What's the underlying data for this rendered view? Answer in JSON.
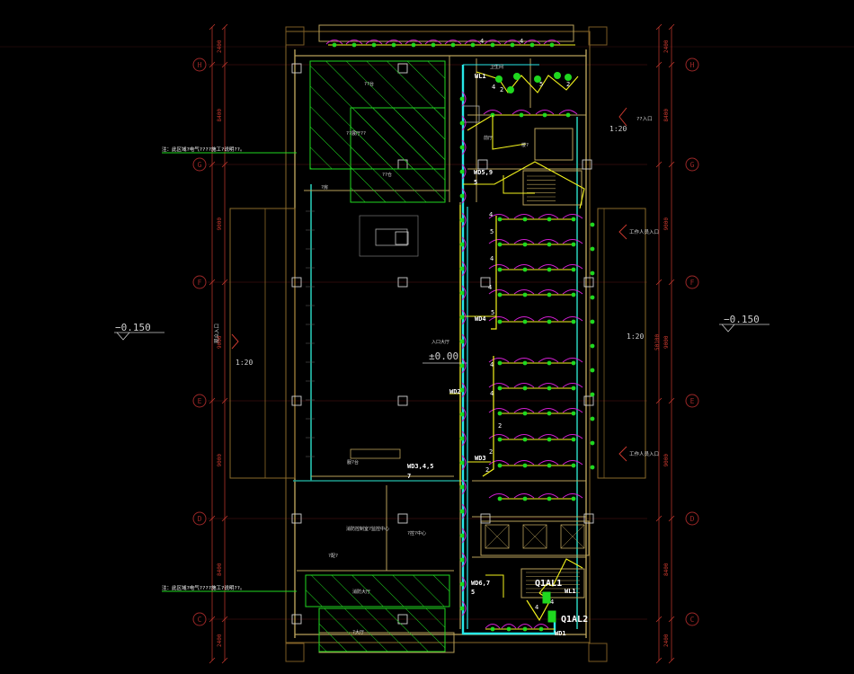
{
  "drawing": {
    "background": "#000000",
    "colors": {
      "dim": "#c8392e",
      "wall": "#b8a15a",
      "bubble": "#9a2727",
      "cyan": "#27e8e8",
      "yellow": "#f2f21c",
      "green": "#1fd81f",
      "magenta": "#cf1fcf",
      "white": "#ffffff"
    },
    "grid_axes": {
      "rows": [
        "H",
        "G",
        "F",
        "E",
        "D",
        "C"
      ],
      "dims_left": [
        "2400",
        "8400",
        "9000",
        "9000",
        "9000",
        "8400",
        "2400"
      ],
      "dims_right": [
        "2400",
        "8400",
        "9000",
        "9000",
        "9000",
        "8400",
        "2400"
      ],
      "overall_dim": "50100"
    },
    "levels": {
      "left": "−0.150",
      "right": "−0.150",
      "entrance": "±0.00"
    },
    "slopes": {
      "left": "1:20",
      "right_top": "1:20",
      "right_mid": "1:20"
    },
    "notes": {
      "top": "注：此区域?电气????施工?说明??。",
      "bottom": "注：此区域?电气????施工?说明??。"
    },
    "rooms": [
      "??台",
      "??展厅??",
      "??仓",
      "?房",
      "?配?",
      "入口大厅",
      "服?台",
      "消防控制室?监控中心",
      "?控?中心",
      "消防大厅",
      "?大厅",
      "楼?",
      "卫生间",
      "前厅"
    ],
    "entrances": {
      "right_top": "??入口",
      "right_mid": "工作人员入口",
      "right_low": "工作人员入口",
      "left": "观众入口"
    },
    "circuits": [
      "WL1",
      "WD5,9",
      "5",
      "WD4",
      "WD2",
      "WD3",
      "WD3,4,5",
      "7",
      "WD6,7",
      "5",
      "Q1AL1",
      "Q1AL2",
      "WL1",
      "WD1",
      "4",
      "4",
      "4",
      "5",
      "4",
      "5",
      "4",
      "4",
      "5",
      "4",
      "4",
      "2",
      "2",
      "2",
      "4",
      "4",
      "2",
      "2"
    ]
  }
}
